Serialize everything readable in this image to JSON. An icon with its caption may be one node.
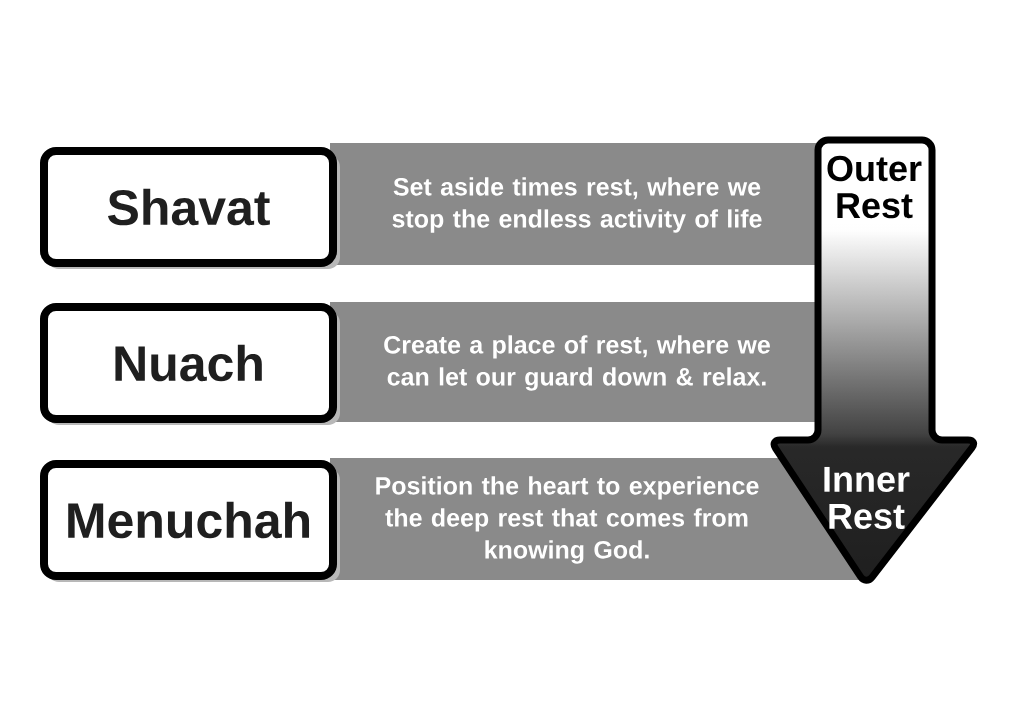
{
  "diagram": {
    "nodes": [
      {
        "text": [
          "Shavat"
        ]
      },
      {
        "text": [
          "Set aside times rest, where we stop the endless activity of life"
        ]
      },
      {
        "text": [
          "Nuach"
        ]
      },
      {
        "text": [
          "Create a place of rest, where we can let our guard down & relax."
        ]
      },
      {
        "text": [
          "Menuchah"
        ]
      },
      {
        "text": [
          "Position the heart to experience the deep rest that comes from knowing God."
        ]
      },
      {
        "text": [
          "Outer Rest",
          "Inner Rest"
        ]
      }
    ]
  }
}
